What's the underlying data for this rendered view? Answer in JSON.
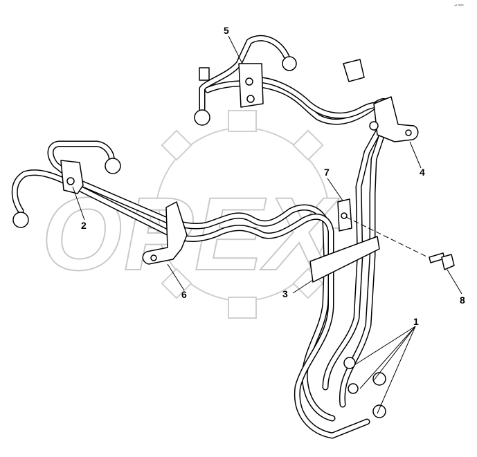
{
  "watermark": {
    "text": "OPEX"
  },
  "corner_mark": "⁴⁰ ⁰⁰⁰⁰",
  "callouts": {
    "c1": "1",
    "c2": "2",
    "c3": "3",
    "c4": "4",
    "c5": "5",
    "c6": "6",
    "c7": "7",
    "c8": "8"
  }
}
